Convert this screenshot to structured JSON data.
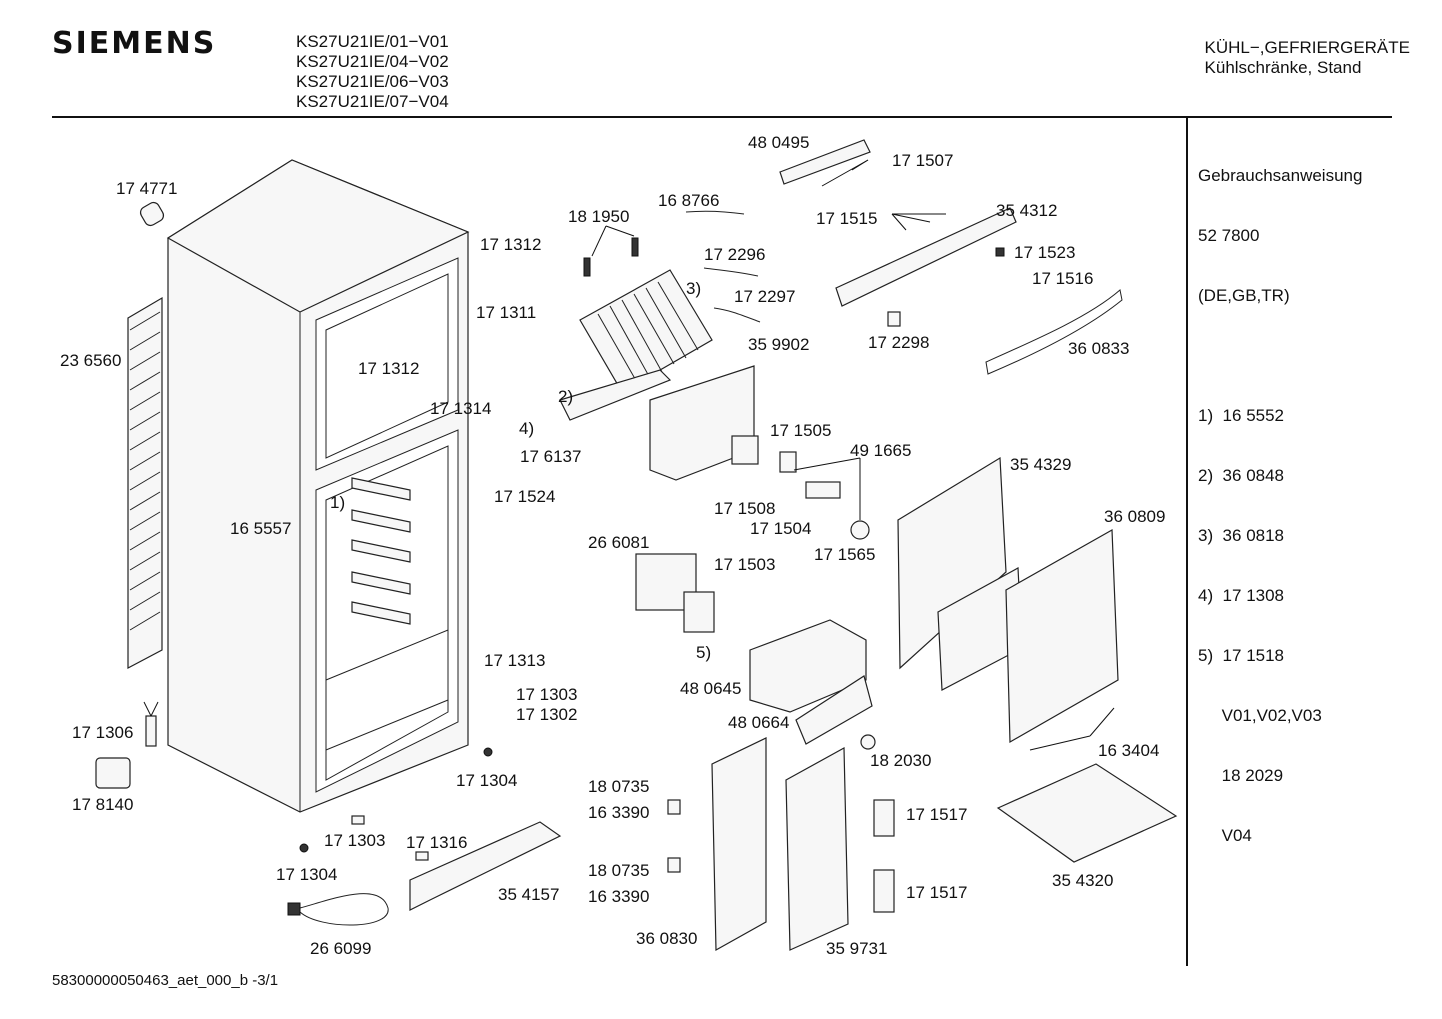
{
  "header": {
    "brand": "SIEMENS",
    "models": [
      "KS27U21IE/01−V01",
      "KS27U21IE/04−V02",
      "KS27U21IE/06−V03",
      "KS27U21IE/07−V04"
    ],
    "category_line1": "KÜHL−,GEFRIERGERÄTE",
    "category_line2": "Kühlschränke, Stand"
  },
  "side_panel": {
    "manual_title": "Gebrauchsanweisung",
    "manual_number": "52 7800",
    "manual_langs": "(DE,GB,TR)",
    "notes": [
      "1)  16 5552",
      "2)  36 0848",
      "3)  36 0818",
      "4)  17 1308",
      "5)  17 1518",
      "     V01,V02,V03",
      "     18 2029",
      "     V04"
    ]
  },
  "footer": {
    "doc_id": "58300000050463_aet_000_b  -3/1"
  },
  "part_labels": {
    "p174771": "17 4771",
    "p236560": "23 6560",
    "p171312a": "17 1312",
    "p171311": "17 1311",
    "p171312b": "17 1312",
    "p171314": "17 1314",
    "p176137": "17 6137",
    "p171524": "17 1524",
    "p165557": "16 5557",
    "n1": "1)",
    "n2": "2)",
    "n3": "3)",
    "n4": "4)",
    "n5": "5)",
    "p181950": "18 1950",
    "p168766": "16 8766",
    "p172296": "17 2296",
    "p172297": "17 2297",
    "p359902": "35 9902",
    "p480495": "48 0495",
    "p171507": "17 1507",
    "p171515": "17 1515",
    "p354312": "35 4312",
    "p171523": "17 1523",
    "p171516": "17 1516",
    "p172298": "17 2298",
    "p360833": "36 0833",
    "p171505": "17 1505",
    "p491665": "49 1665",
    "p171508": "17 1508",
    "p171504": "17 1504",
    "p171565": "17 1565",
    "p354329": "35 4329",
    "p360809": "36 0809",
    "p266081": "26 6081",
    "p171503": "17 1503",
    "p480645": "48 0645",
    "p480664": "48 0664",
    "p182030": "18 2030",
    "p163404": "16 3404",
    "p171313": "17 1313",
    "p171303a": "17 1303",
    "p171302": "17 1302",
    "p171306": "17 1306",
    "p178140": "17 8140",
    "p171304a": "17 1304",
    "p171303b": "17 1303",
    "p171316": "17 1316",
    "p171304b": "17 1304",
    "p354157": "35 4157",
    "p266099": "26 6099",
    "p180735a": "18 0735",
    "p163390a": "16 3390",
    "p180735b": "18 0735",
    "p163390b": "16 3390",
    "p360830": "36 0830",
    "p359731": "35 9731",
    "p171517a": "17 1517",
    "p171517b": "17 1517",
    "p354320": "35 4320"
  }
}
